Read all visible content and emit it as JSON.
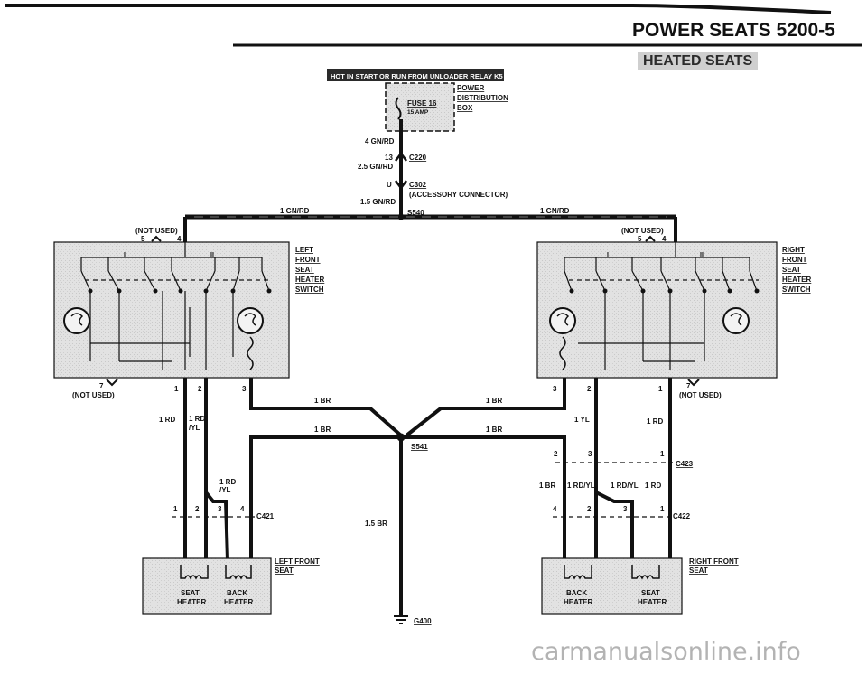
{
  "header": {
    "title": "POWER SEATS   5200-5",
    "subtitle": "HEATED SEATS"
  },
  "power": {
    "banner": "HOT IN START OR RUN FROM UNLOADER RELAY K5",
    "fuse": "FUSE 16",
    "fuse_rating": "15 AMP",
    "box_label_1": "POWER",
    "box_label_2": "DISTRIBUTION",
    "box_label_3": "BOX",
    "wire_1": "4 GN/RD",
    "pin_13": "13",
    "conn_c220": "C220",
    "wire_2": "2.5  GN/RD",
    "pin_u": "U",
    "conn_c302": "C302",
    "accessory": "(ACCESSORY CONNECTOR)",
    "wire_3": "1.5 GN/RD",
    "splice_s540": "S540",
    "wire_left": "1 GN/RD",
    "wire_right": "1 GN/RD"
  },
  "left_switch": {
    "label_1": "LEFT",
    "label_2": "FRONT",
    "label_3": "SEAT",
    "label_4": "HEATER",
    "label_5": "SWITCH",
    "not_used_top": "(NOT USED)",
    "pin_5": "5",
    "pin_4": "4",
    "pin_7": "7",
    "not_used_bottom": "(NOT USED)",
    "pin_1": "1",
    "pin_2": "2",
    "pin_3": "3",
    "mark_a": "I",
    "mark_b": "II"
  },
  "right_switch": {
    "label_1": "RIGHT",
    "label_2": "FRONT",
    "label_3": "SEAT",
    "label_4": "HEATER",
    "label_5": "SWITCH",
    "not_used_top": "(NOT USED)",
    "pin_5": "5",
    "pin_4": "4",
    "pin_7": "7",
    "not_used_bottom": "(NOT USED)",
    "pin_1": "1",
    "pin_2": "2",
    "pin_3": "3",
    "mark_a": "I",
    "mark_b": "II"
  },
  "ground": {
    "wire_br_1": "1 BR",
    "wire_br_2": "1 BR",
    "wire_br_3": "1 BR",
    "wire_br_4": "1 BR",
    "splice_s541": "S541",
    "wire_main": "1.5 BR",
    "ground_g400": "G400"
  },
  "left_seat": {
    "w_rd": "1 RD",
    "w_rdyl_1": "1 RD",
    "w_rdyl_2": "/YL",
    "w_rdyl_b1": "1 RD",
    "w_rdyl_b2": "/YL",
    "pin_1": "1",
    "pin_2": "2",
    "pin_3": "3",
    "pin_4": "4",
    "conn": "C421",
    "label_1": "LEFT FRONT",
    "label_2": "SEAT",
    "heater_1_a": "SEAT",
    "heater_1_b": "HEATER",
    "heater_2_a": "BACK",
    "heater_2_b": "HEATER"
  },
  "right_seat": {
    "w_yl": "1 YL",
    "w_rd": "1 RD",
    "pin_2_top": "2",
    "pin_3_top": "3",
    "pin_1_top": "1",
    "conn_top": "C423",
    "w_br": "1 BR",
    "w_rdyl_1": "1 RD/YL",
    "w_rdyl_2": "1 RD/YL",
    "w_rd_2": "1  RD",
    "pin_4": "4",
    "pin_2": "2",
    "pin_3": "3",
    "pin_1": "1",
    "conn": "C422",
    "label_1": "RIGHT FRONT",
    "label_2": "SEAT",
    "heater_1_a": "BACK",
    "heater_1_b": "HEATER",
    "heater_2_a": "SEAT",
    "heater_2_b": "HEATER"
  },
  "watermark": "carmanualsonline.info",
  "colors": {
    "ink": "#111111",
    "panel_fill": "#dedede",
    "banner_bg": "#2a2a2a",
    "banner_text": "#ffffff",
    "watermark": "#9a9a9a"
  }
}
